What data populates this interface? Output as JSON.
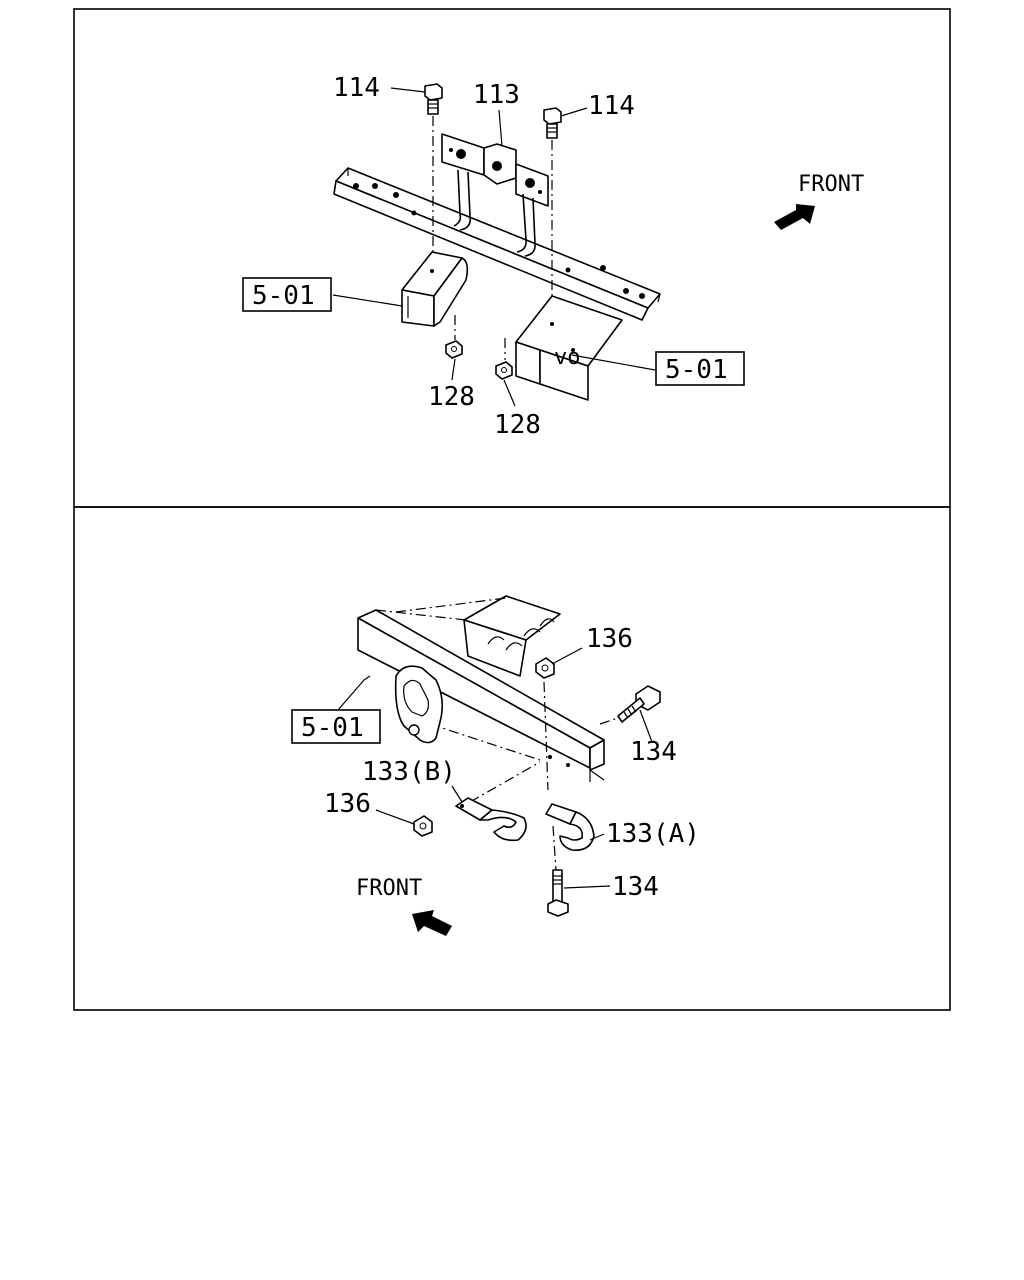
{
  "top_panel": {
    "callouts": {
      "bolt_left": "114",
      "bolt_right": "114",
      "bracket": "113",
      "nut_left": "128",
      "nut_right": "128",
      "ref_left": "5-01",
      "ref_right": "5-01"
    },
    "front_label": "FRONT"
  },
  "bottom_panel": {
    "callouts": {
      "nut_upper": "136",
      "bolt_upper": "134",
      "hook_b": "133(B)",
      "nut_left": "136",
      "hook_a": "133(A)",
      "bolt_lower": "134",
      "ref_frame": "5-01"
    },
    "front_label": "FRONT"
  },
  "icons": [
    "front-arrow-icon"
  ]
}
